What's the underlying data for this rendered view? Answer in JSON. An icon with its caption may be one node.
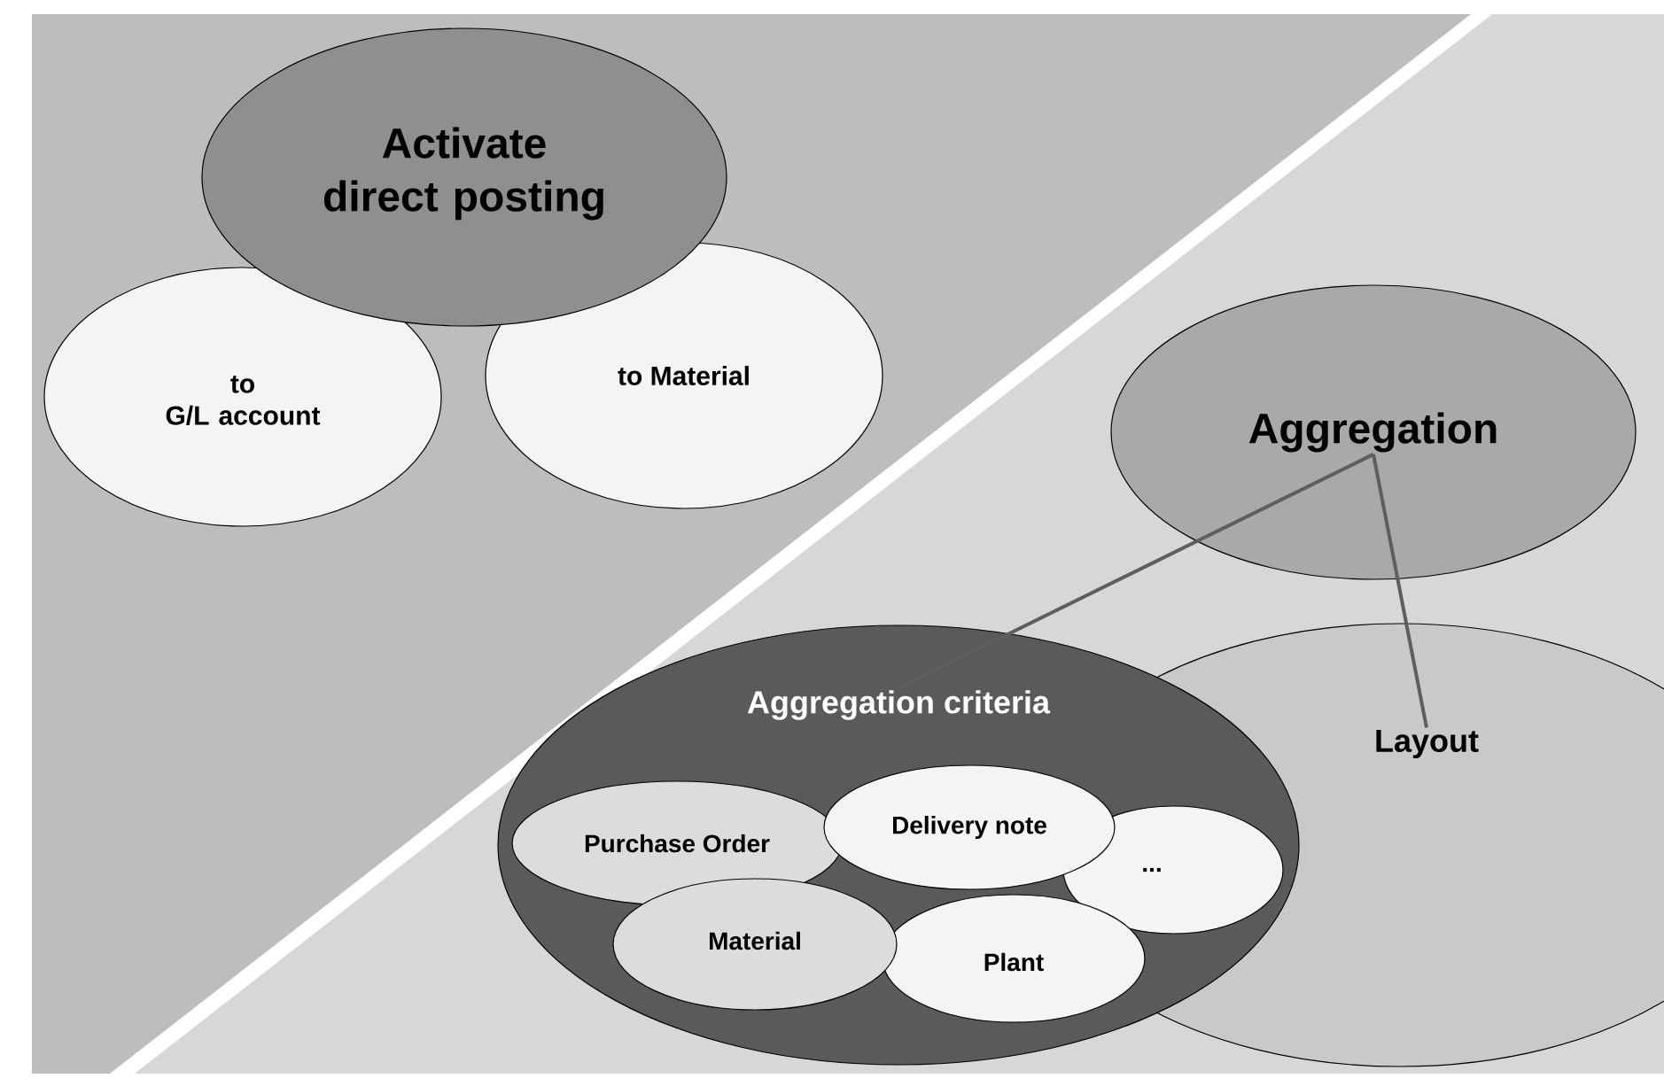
{
  "diagram": {
    "nodes": [
      {
        "text": [
          "Activate direct posting"
        ]
      },
      {
        "text": [
          "to G/L account"
        ]
      },
      {
        "text": [
          "to Material"
        ]
      },
      {
        "text": [
          "Aggregation"
        ]
      },
      {
        "text": [
          "Layout"
        ]
      },
      {
        "text": [
          "Aggregation criteria"
        ]
      },
      {
        "text": [
          "Purchase Order"
        ],
        "in": 5
      },
      {
        "text": [
          "Delivery note"
        ],
        "in": 5
      },
      {
        "text": [
          "..."
        ]
      },
      {
        "text": [
          "Material"
        ],
        "in": 5
      },
      {
        "text": [
          "Plant"
        ],
        "in": 5
      }
    ],
    "edges": [
      {
        "from": 3,
        "to": 5,
        "arrow": "none"
      },
      {
        "from": 3,
        "to": 4,
        "arrow": "none"
      }
    ]
  }
}
